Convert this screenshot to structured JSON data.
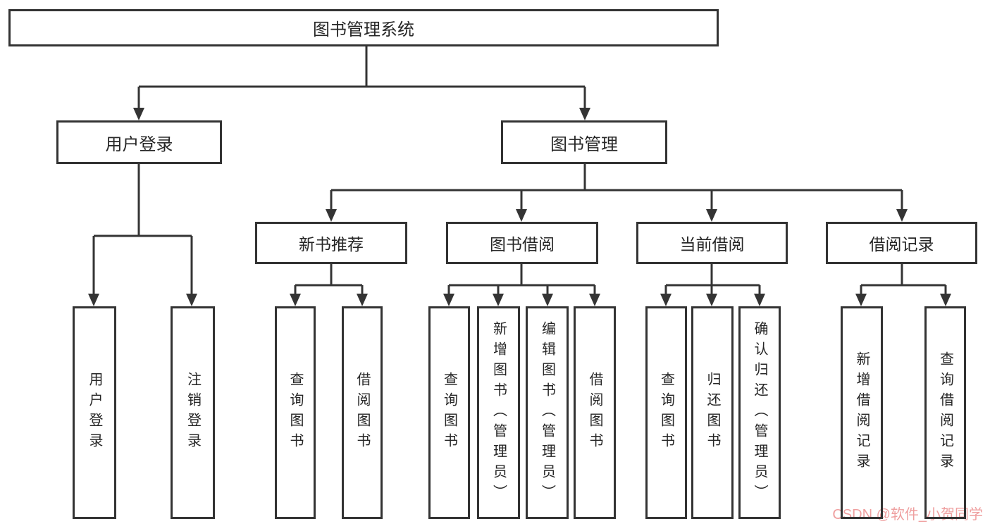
{
  "watermark": "CSDN @软件_小贺同学",
  "colors": {
    "line": "#343434",
    "border": "#333333",
    "text": "#262626",
    "watermark": "#ef9f9f",
    "background": "#ffffff"
  },
  "tree": {
    "root": {
      "label": "图书管理系统"
    },
    "branches": [
      {
        "label": "用户登录",
        "children": [
          {
            "label": "用户登录"
          },
          {
            "label": "注销登录"
          }
        ]
      },
      {
        "label": "图书管理",
        "sections": [
          {
            "label": "新书推荐",
            "children": [
              {
                "label": "查询图书"
              },
              {
                "label": "借阅图书"
              }
            ]
          },
          {
            "label": "图书借阅",
            "children": [
              {
                "label": "查询图书"
              },
              {
                "label": "新增图书（管理员）"
              },
              {
                "label": "编辑图书（管理员）"
              },
              {
                "label": "借阅图书"
              }
            ]
          },
          {
            "label": "当前借阅",
            "children": [
              {
                "label": "查询图书"
              },
              {
                "label": "归还图书"
              },
              {
                "label": "确认归还（管理员）"
              }
            ]
          },
          {
            "label": "借阅记录",
            "children": [
              {
                "label": "新增借阅记录"
              },
              {
                "label": "查询借阅记录"
              }
            ]
          }
        ]
      }
    ]
  }
}
